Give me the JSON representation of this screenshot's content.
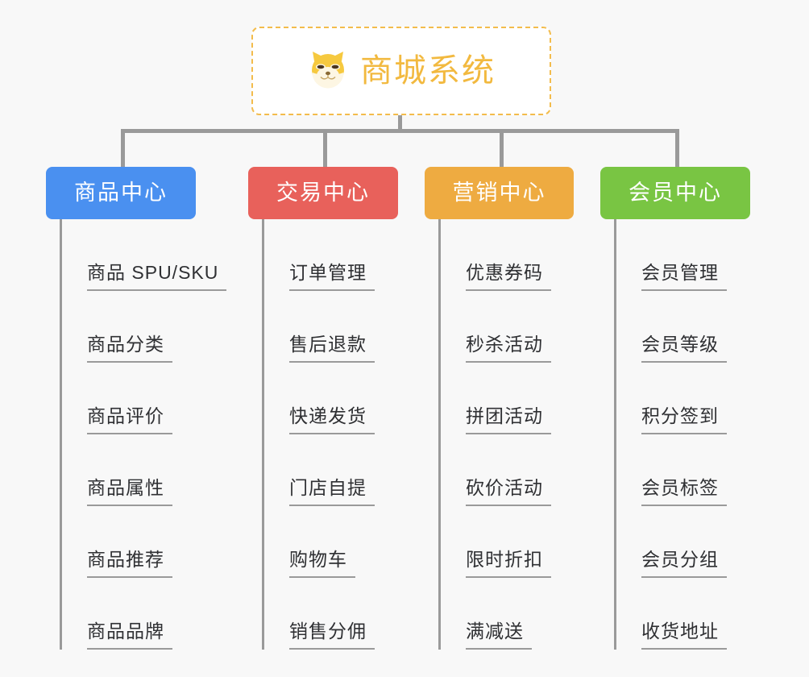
{
  "diagram": {
    "type": "mindmap-org-chart",
    "background_color": "#f8f8f8",
    "root": {
      "title": "商城系统",
      "icon": "shiba-dog-face-icon",
      "title_color": "#f2b93f",
      "border_color": "#f3bc4c",
      "fill_color": "#ffffff"
    },
    "connector_color": "#9a9a9a",
    "branches": [
      {
        "label": "商品中心",
        "color": "#4a90f0",
        "leaves": [
          "商品 SPU/SKU",
          "商品分类",
          "商品评价",
          "商品属性",
          "商品推荐",
          "商品品牌"
        ]
      },
      {
        "label": "交易中心",
        "color": "#e8615b",
        "leaves": [
          "订单管理",
          "售后退款",
          "快递发货",
          "门店自提",
          "购物车",
          "销售分佣"
        ]
      },
      {
        "label": "营销中心",
        "color": "#eeab41",
        "leaves": [
          "优惠券码",
          "秒杀活动",
          "拼团活动",
          "砍价活动",
          "限时折扣",
          "满减送"
        ]
      },
      {
        "label": "会员中心",
        "color": "#79c543",
        "leaves": [
          "会员管理",
          "会员等级",
          "积分签到",
          "会员标签",
          "会员分组",
          "收货地址"
        ]
      }
    ]
  }
}
